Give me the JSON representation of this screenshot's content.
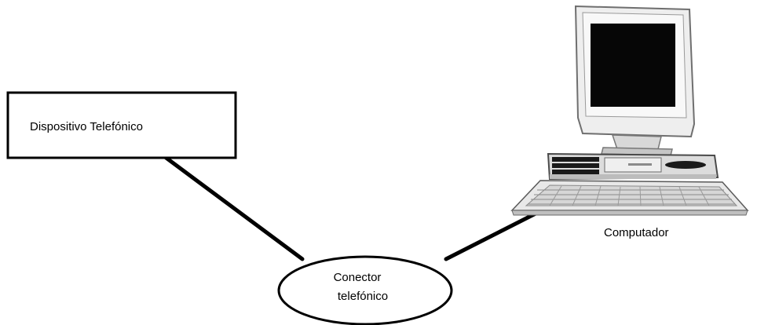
{
  "diagram": {
    "nodes": {
      "phone_device": {
        "label": "Dispositivo Telefónico"
      },
      "phone_connector": {
        "label_lines": [
          "Conector",
          "telefónico"
        ]
      },
      "computer": {
        "label": "Computador"
      }
    },
    "edges": [
      {
        "from": "phone_device",
        "to": "phone_connector"
      },
      {
        "from": "phone_connector",
        "to": "computer"
      }
    ]
  }
}
